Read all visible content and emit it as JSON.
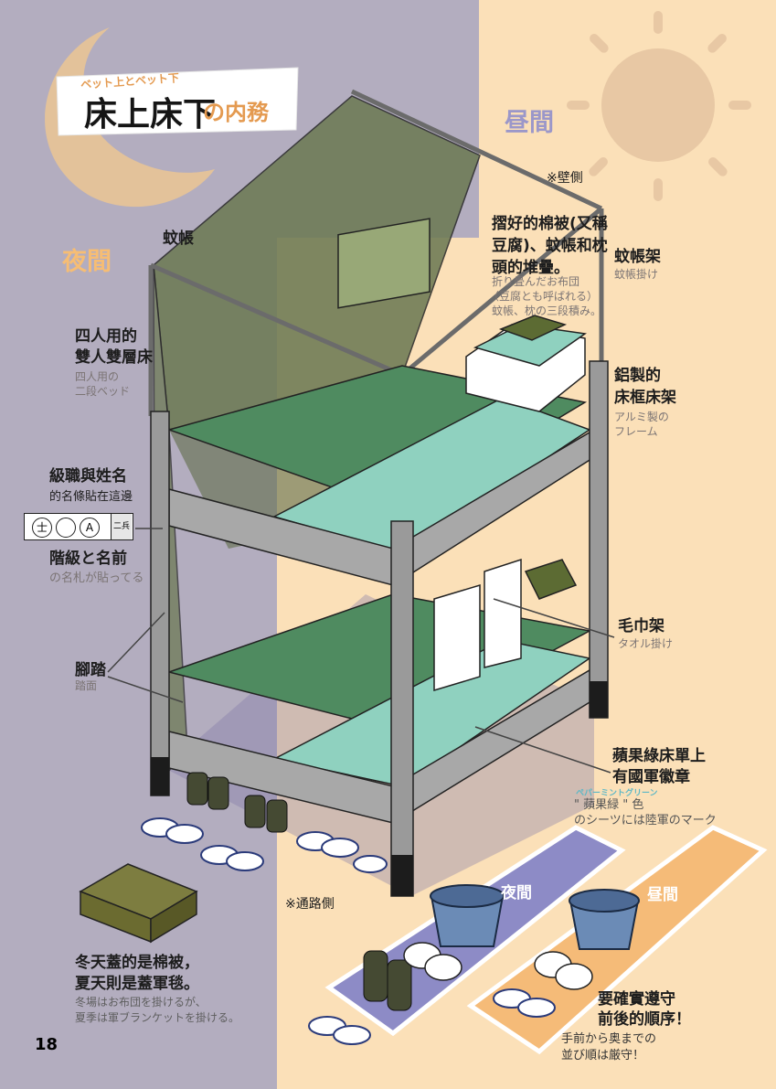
{
  "title": {
    "subtitle": "ベット上とベット下",
    "main": "床上床下",
    "suffix": "の内務"
  },
  "time_labels": {
    "night": "夜間",
    "day": "昼間"
  },
  "notes": {
    "wall_side": "※壁側",
    "aisle_side": "※通路側"
  },
  "labels": {
    "mosquito_net": "蚊帳",
    "folded_bedding": {
      "zh": [
        "摺好的棉被(又稱",
        "豆腐)、蚊帳和枕",
        "頭的堆疊。"
      ],
      "jp": [
        "折り畳んだお布団",
        "（豆腐とも呼ばれる）",
        "蚊帳、枕の三段積み。"
      ]
    },
    "net_frame": {
      "zh": "蚊帳架",
      "jp": "蚊帳掛け"
    },
    "bunk_bed": {
      "zh": [
        "四人用的",
        "雙人雙層床"
      ],
      "jp": [
        "四人用の",
        "二段ベッド"
      ]
    },
    "aluminum_frame": {
      "zh": [
        "鋁製的",
        "床框床架"
      ],
      "jp": [
        "アルミ製の",
        "フレーム"
      ]
    },
    "nametag": {
      "zh": [
        "級職與姓名",
        "的名條貼在這邊"
      ],
      "jp": [
        "階級と名前",
        "の名札が貼ってる"
      ],
      "tag_left": "士",
      "tag_mid": "A",
      "tag_right": "二兵"
    },
    "towel_rack": {
      "zh": "毛巾架",
      "jp": "タオル掛け"
    },
    "step": {
      "zh": "腳踏",
      "jp": "踏面"
    },
    "sheet": {
      "zh": [
        "蘋果綠床單上",
        "有國軍徽章"
      ],
      "ruby": "ペパーミントグリーン",
      "jp": [
        "\" 蘋果緑 \" 色",
        "のシーツには陸軍のマーク"
      ]
    },
    "blanket": {
      "zh": [
        "冬天蓋的是棉被，",
        "夏天則是蓋軍毯。"
      ],
      "jp": [
        "冬場はお布団を掛けるが、",
        "夏季は軍ブランケットを掛ける。"
      ]
    },
    "order": {
      "zh": [
        "要確實遵守",
        "前後的順序！"
      ],
      "jp": [
        "手前から奥までの",
        "並び順は厳守！"
      ]
    }
  },
  "page_number": "18",
  "colors": {
    "night_bg": "#b3adbf",
    "day_bg": "#fbe0b8",
    "sheet_dark": "#4f8b60",
    "sheet_light": "#8fd1bf",
    "net": "#6d7a55",
    "accent_orange": "#f6bd74",
    "lane_night": "#8d8bc6",
    "lane_day": "#f5bb78"
  }
}
